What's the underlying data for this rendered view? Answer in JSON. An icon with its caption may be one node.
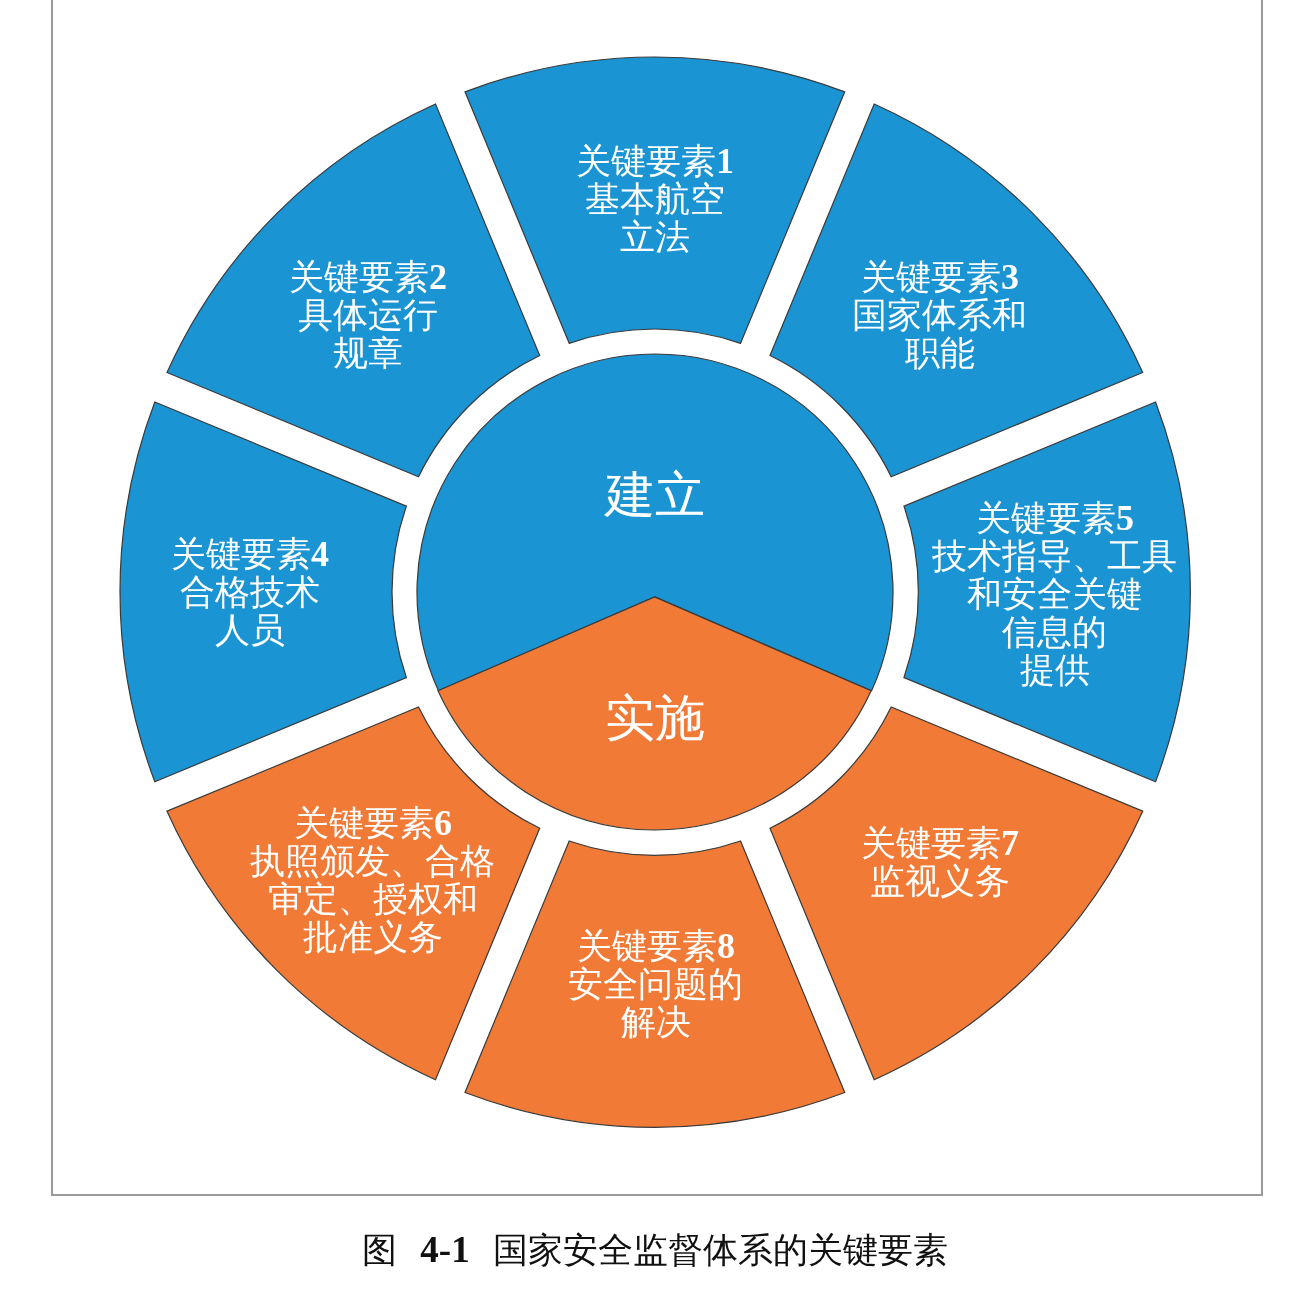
{
  "diagram": {
    "caption": "图 **4-1** 国家安全监督体系的关键要素",
    "nodes": [
      {
        "text": [
          "关键要素**1**",
          "基本航空立法"
        ]
      },
      {
        "text": [
          "关键要素**2**",
          "具体运行规章"
        ]
      },
      {
        "text": [
          "关键要素**3**",
          "国家体系和职能"
        ]
      },
      {
        "text": [
          "关键要素**4**",
          "合格技术人员"
        ]
      },
      {
        "text": [
          "关键要素**5**",
          "技术指导、工具和安全关键信息的提供"
        ]
      },
      {
        "text": [
          "关键要素**6**",
          "执照颁发、合格审定、授权和批准义务"
        ]
      },
      {
        "text": [
          "关键要素**7**",
          "监视义务"
        ]
      },
      {
        "text": [
          "关键要素**8**",
          "安全问题的解决"
        ]
      },
      {
        "text": [
          "建立"
        ]
      },
      {
        "text": [
          "实施"
        ]
      }
    ]
  }
}
